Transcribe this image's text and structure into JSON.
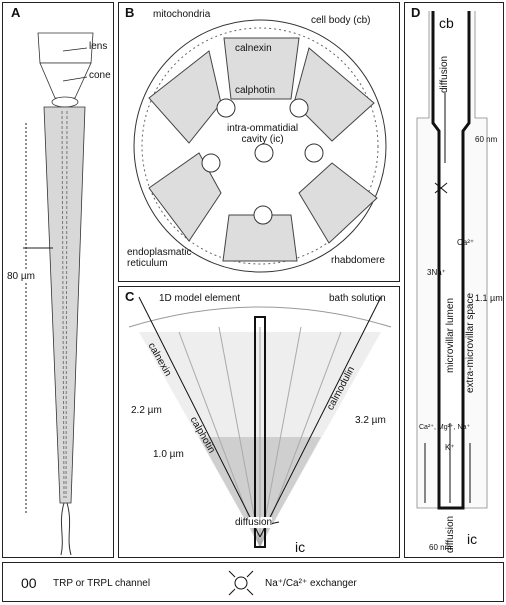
{
  "panels": {
    "a": "A",
    "b": "B",
    "c": "C",
    "d": "D"
  },
  "panel_a": {
    "lens": "lens",
    "cone": "cone",
    "length": "80 µm"
  },
  "panel_b": {
    "mitochondria": "mitochondria",
    "cell_body": "cell body (cb)",
    "calnexin": "calnexin",
    "calphotin": "calphotin",
    "cavity": "intra-ommatidial\ncavity (ic)",
    "er": "endoplasmatic\nreticulum",
    "rhabdomere": "rhabdomere"
  },
  "panel_c": {
    "model_element": "1D model element",
    "bath": "bath solution",
    "calnexin": "calnexin",
    "calphotin": "calphotin",
    "calmodulin": "calmodulin",
    "dist_22": "2.2 µm",
    "dist_10": "1.0 µm",
    "dist_32": "3.2 µm",
    "diffusion": "diffusion",
    "ic": "ic"
  },
  "panel_d": {
    "cb": "cb",
    "diffusion_top": "diffusion",
    "nm60_top": "60 nm",
    "ca": "Ca²⁺",
    "na3": "3Na⁺",
    "microvillar_lumen": "microvillar lumen",
    "extra_space": "extra-microvillar space",
    "length": "1.1 µm",
    "ions": "Ca²⁺, Mg²⁺, Na⁺",
    "k": "K⁺",
    "diffusion_bottom": "diffusion",
    "ic": "ic",
    "nm60_bottom": "60 nm"
  },
  "legend": {
    "channel_symbol": "00",
    "channel": "TRP or TRPL channel",
    "exchanger": "Na⁺/Ca²⁺ exchanger"
  }
}
